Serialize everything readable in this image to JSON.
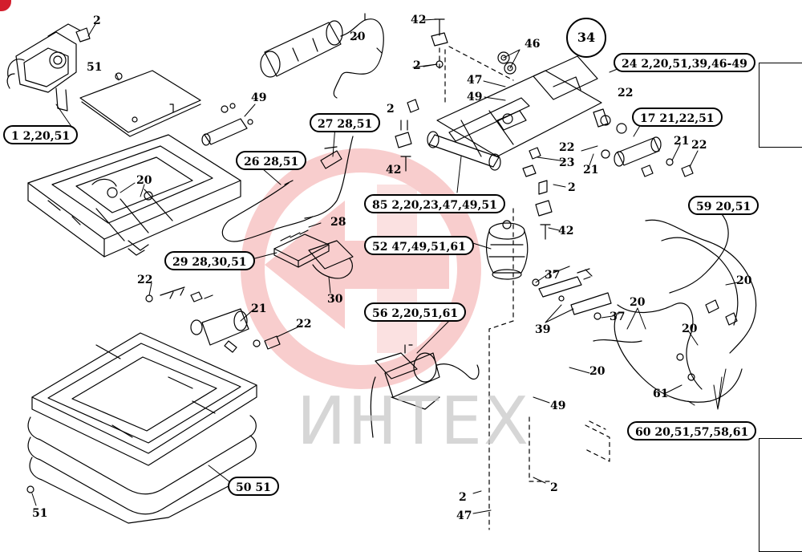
{
  "diagram": {
    "circle_label": "34",
    "watermark": "ИНТЕХ",
    "callouts": [
      {
        "id": "c1",
        "text": "1 2,20,51"
      },
      {
        "id": "c26",
        "text": "26 28,51"
      },
      {
        "id": "c27",
        "text": "27 28,51"
      },
      {
        "id": "c29",
        "text": "29 28,30,51"
      },
      {
        "id": "c85",
        "text": "85 2,20,23,47,49,51"
      },
      {
        "id": "c52",
        "text": "52 47,49,51,61"
      },
      {
        "id": "c56",
        "text": "56 2,20,51,61"
      },
      {
        "id": "c50",
        "text": "50 51"
      },
      {
        "id": "c24",
        "text": "24 2,20,51,39,46-49"
      },
      {
        "id": "c17",
        "text": "17 21,22,51"
      },
      {
        "id": "c59",
        "text": "59 20,51"
      },
      {
        "id": "c60",
        "text": "60 20,51,57,58,61"
      }
    ],
    "labels": {
      "l2a": "2",
      "l51a": "51",
      "l49a": "49",
      "l20a": "20",
      "l20b": "20",
      "l42a": "42",
      "l2b": "2",
      "l46": "46",
      "l47a": "47",
      "l49b": "49",
      "l2c": "2",
      "l42b": "42",
      "l22a": "22",
      "l22b": "22",
      "l23": "23",
      "l21a": "21",
      "l21b": "21",
      "l22c": "22",
      "l2d": "2",
      "l42c": "42",
      "l28": "28",
      "l30": "30",
      "l22d": "22",
      "l21c": "21",
      "l22e": "22",
      "l37a": "37",
      "l37b": "37",
      "l39": "39",
      "l20c": "20",
      "l20d": "20",
      "l20e": "20",
      "l20f": "20",
      "l61": "61",
      "l49c": "49",
      "l2e": "2",
      "l2f": "2",
      "l47b": "47",
      "l51b": "51"
    }
  }
}
